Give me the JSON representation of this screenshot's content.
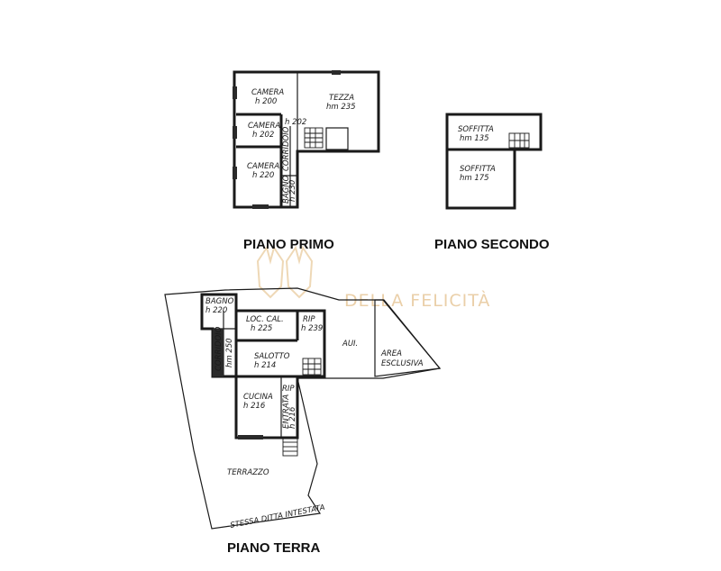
{
  "headings": {
    "primo": "PIANO PRIMO",
    "secondo": "PIANO SECONDO",
    "terra": "PIANO TERRA"
  },
  "watermark": {
    "text": "DELLA FELICITÀ",
    "color": "#e7c79a"
  },
  "piano_primo": {
    "camera1_name": "CAMERA",
    "camera1_h": "h 200",
    "camera2_name": "CAMERA",
    "camera2_h": "h 202",
    "camera3_name": "CAMERA",
    "camera3_h": "h 220",
    "tezza_name": "TEZZA",
    "tezza_h": "hm 235",
    "corridoio_h": "h 202",
    "corridoio": "CORRIDOIO",
    "bagno": "BAGNO",
    "bagno_h": "h 230"
  },
  "piano_secondo": {
    "soffitta1_name": "SOFFITTA",
    "soffitta1_h": "hm 135",
    "soffitta2_name": "SOFFITTA",
    "soffitta2_h": "hm 175"
  },
  "piano_terra": {
    "bagno_name": "BAGNO",
    "bagno_h": "h 220",
    "loc_cal_name": "LOC. CAL.",
    "loc_cal_h": "h 225",
    "rip1_name": "RIP",
    "rip1_h": "h 239",
    "corridoio": "CORRIDOIO",
    "corridoio_h": "hm 250",
    "salotto_name": "SALOTTO",
    "salotto_h": "h 214",
    "cucina_name": "CUCINA",
    "cucina_h": "h 216",
    "rip2_name": "RIP",
    "entrata": "ENTRATA",
    "entrata_h": "h 216",
    "aul": "AUI.",
    "area_line1": "AREA",
    "area_line2": "ESCLUSIVA",
    "terrazzo": "TERRAZZO",
    "stessa_ditta": "STESSA DITTA INTESTATA"
  }
}
